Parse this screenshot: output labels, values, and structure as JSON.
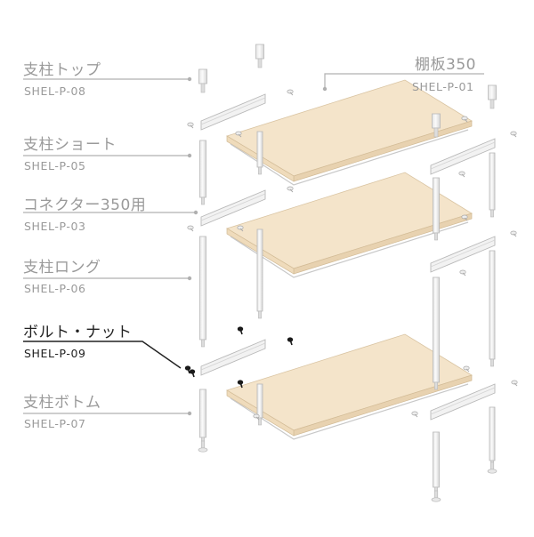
{
  "colors": {
    "label": "#9a9a9a",
    "highlight": "#222222",
    "shelf_top": "#f4e4ca",
    "shelf_edge": "#e8d2b0",
    "metal": "#f2f2f2",
    "metal_stroke": "#b8b8b8",
    "bolt": "#1a1a1a"
  },
  "parts": [
    {
      "name": "支柱トップ",
      "code": "SHEL-P-08",
      "highlight": false
    },
    {
      "name": "支柱ショート",
      "code": "SHEL-P-05",
      "highlight": false
    },
    {
      "name": "コネクター350用",
      "code": "SHEL-P-03",
      "highlight": false
    },
    {
      "name": "支柱ロング",
      "code": "SHEL-P-06",
      "highlight": false
    },
    {
      "name": "ボルト・ナット",
      "code": "SHEL-P-09",
      "highlight": true
    },
    {
      "name": "支柱ボトム",
      "code": "SHEL-P-07",
      "highlight": false
    }
  ],
  "shelf_part": {
    "name": "棚板350",
    "code": "SHEL-P-01",
    "highlight": false
  }
}
